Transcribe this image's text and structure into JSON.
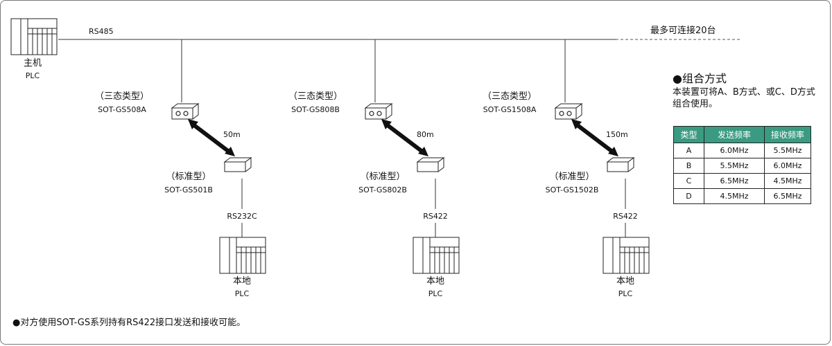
{
  "bus": {
    "label": "RS485",
    "max_note": "最多可连接20台"
  },
  "master": {
    "name": "主机",
    "type": "PLC"
  },
  "nodes": [
    {
      "tri_type": "（三态类型）",
      "tri_model": "SOT-GS508A",
      "distance": "50m",
      "std_type": "（标准型）",
      "std_model": "SOT-GS501B",
      "interface": "RS232C",
      "local_name": "本地",
      "local_type": "PLC"
    },
    {
      "tri_type": "（三态类型）",
      "tri_model": "SOT-GS808B",
      "distance": "80m",
      "std_type": "（标准型）",
      "std_model": "SOT-GS802B",
      "interface": "RS422",
      "local_name": "本地",
      "local_type": "PLC"
    },
    {
      "tri_type": "（三态类型）",
      "tri_model": "SOT-GS1508A",
      "distance": "150m",
      "std_type": "（标准型）",
      "std_model": "SOT-GS1502B",
      "interface": "RS422",
      "local_name": "本地",
      "local_type": "PLC"
    }
  ],
  "combo": {
    "title": "●组合方式",
    "desc_line1": "本装置可将A、B方式、或C、D方式",
    "desc_line2": "组合使用。",
    "headers": [
      "类型",
      "发送频率",
      "接收频率"
    ],
    "rows": [
      [
        "A",
        "6.0MHz",
        "5.5MHz"
      ],
      [
        "B",
        "5.5MHz",
        "6.0MHz"
      ],
      [
        "C",
        "6.5MHz",
        "4.5MHz"
      ],
      [
        "D",
        "4.5MHz",
        "6.5MHz"
      ]
    ],
    "header_color": "#3a9a82"
  },
  "footnote": "●对方使用SOT-GS系列持有RS422接口发送和接收可能。"
}
